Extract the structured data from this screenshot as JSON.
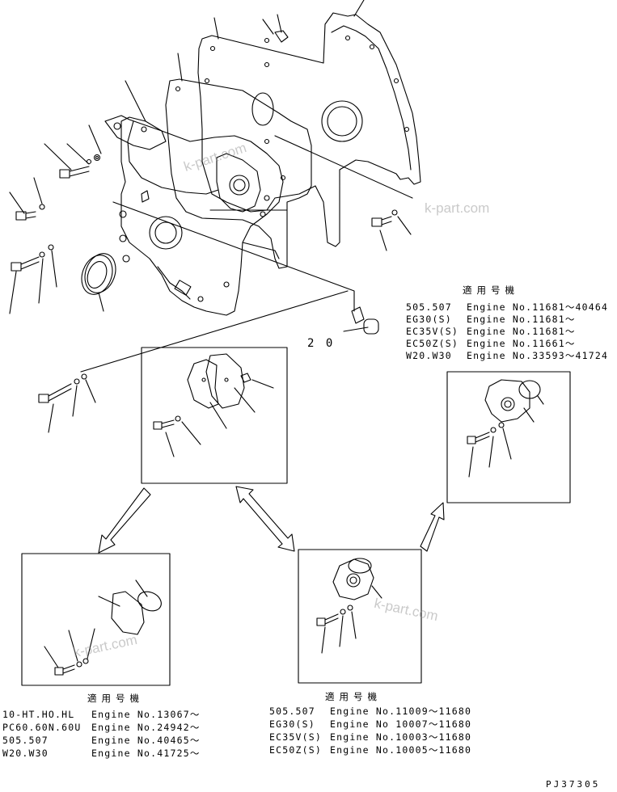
{
  "ref_label": "2 0",
  "drawing_code": "PJ37305",
  "watermark": "k-part.com",
  "apps_right": {
    "header": "適用号機",
    "rows": [
      {
        "model": "505.507",
        "engine": "Engine No.11681〜40464"
      },
      {
        "model": "EG30(S)",
        "engine": "Engine No.11681〜"
      },
      {
        "model": "EC35V(S)",
        "engine": "Engine No.11681〜"
      },
      {
        "model": "EC50Z(S)",
        "engine": "Engine No.11661〜"
      },
      {
        "model": "W20.W30",
        "engine": "Engine No.33593〜41724"
      }
    ]
  },
  "apps_left": {
    "header": "適用号機",
    "rows": [
      {
        "model": "10-HT.HO.HL",
        "engine": "Engine No.13067〜"
      },
      {
        "model": "PC60.60N.60U",
        "engine": "Engine No.24942〜"
      },
      {
        "model": "505.507",
        "engine": "Engine No.40465〜"
      },
      {
        "model": "W20.W30",
        "engine": "Engine No.41725〜"
      }
    ]
  },
  "apps_middle": {
    "header": "適用号機",
    "rows": [
      {
        "model": "505.507",
        "engine": "Engine No.11009〜11680"
      },
      {
        "model": "EG30(S)",
        "engine": "Engine No 10007〜11680"
      },
      {
        "model": "EC35V(S)",
        "engine": "Engine No.10003〜11680"
      },
      {
        "model": "EC50Z(S)",
        "engine": "Engine No.10005〜11680"
      }
    ]
  }
}
